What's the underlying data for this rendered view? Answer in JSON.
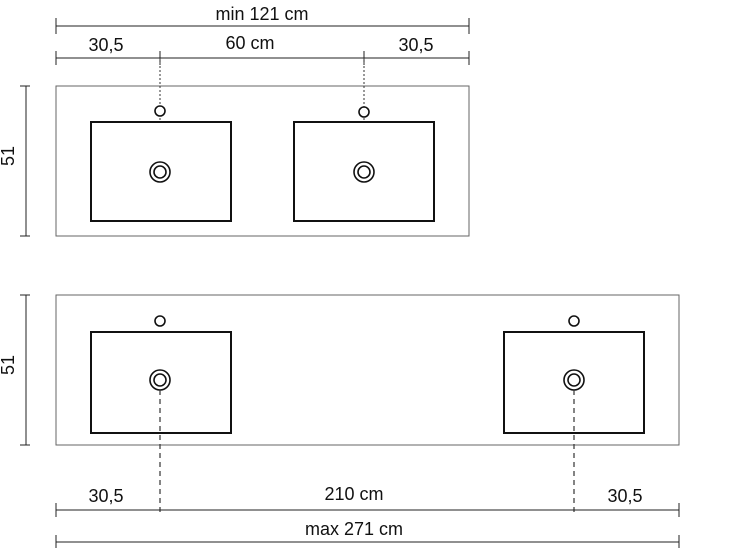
{
  "top_plan": {
    "overall_label": "min 121 cm",
    "left_offset_label": "30,5",
    "center_label": "60 cm",
    "right_offset_label": "30,5",
    "depth_label": "51"
  },
  "bottom_plan": {
    "overall_label": "max 271 cm",
    "left_offset_label": "30,5",
    "center_label": "210 cm",
    "right_offset_label": "30,5",
    "depth_label": "51"
  }
}
